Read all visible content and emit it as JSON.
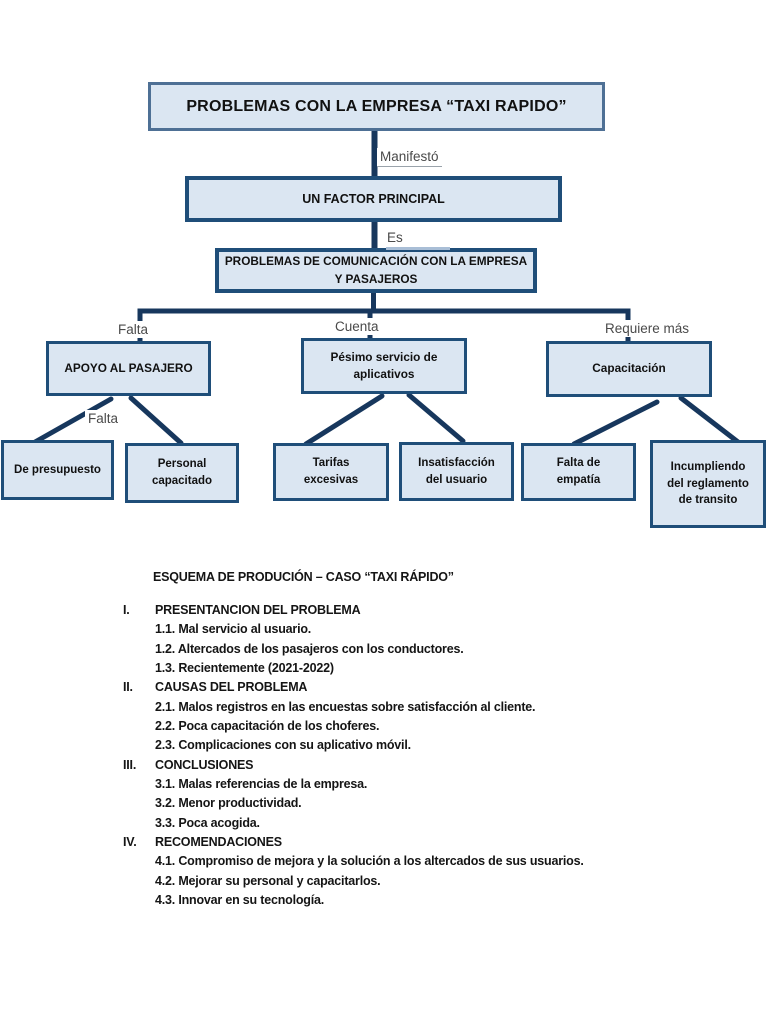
{
  "diagram": {
    "colors": {
      "node_fill": "#dbe6f2",
      "node_border": "#1f4e79",
      "title_border": "#4e7095",
      "connector_line": "#17375d",
      "edge_label_text": "#4a4a4a"
    },
    "nodes": {
      "title": {
        "label": "PROBLEMAS CON LA EMPRESA “TAXI RAPIDO”"
      },
      "factor": {
        "label": "UN FACTOR PRINCIPAL"
      },
      "comunicacion": {
        "label": "PROBLEMAS DE COMUNICACIÓN CON LA EMPRESA\nY PASAJEROS"
      },
      "apoyo": {
        "label": "APOYO AL PASAJERO"
      },
      "pesimo": {
        "label": "Pésimo servicio de\naplicativos"
      },
      "capacitacion": {
        "label": "Capacitación"
      },
      "presupuesto": {
        "label": "De presupuesto"
      },
      "personal": {
        "label": "Personal\ncapacitado"
      },
      "tarifas": {
        "label": "Tarifas\nexcesivas"
      },
      "insatisfaccion": {
        "label": "Insatisfacción\ndel usuario"
      },
      "empatia": {
        "label": "Falta de\nempatía"
      },
      "incumpliendo": {
        "label": "Incumpliendo\ndel reglamento\nde transito"
      }
    },
    "edge_labels": {
      "manifesto": "Manifestó",
      "es": "Es",
      "falta_top": "Falta",
      "cuenta": "Cuenta",
      "requiere_mas": "Requiere más",
      "falta_bottom": "Falta"
    }
  },
  "outline": {
    "heading": "ESQUEMA DE PRODUCIÓN – CASO “TAXI RÁPIDO”",
    "items": [
      {
        "marker": "I.",
        "text": "PRESENTANCION DEL PROBLEMA"
      },
      {
        "marker": "",
        "text": "1.1. Mal servicio al usuario."
      },
      {
        "marker": "",
        "text": "1.2. Altercados de los pasajeros con los conductores."
      },
      {
        "marker": "",
        "text": "1.3. Recientemente (2021-2022)"
      },
      {
        "marker": "II.",
        "text": "CAUSAS DEL PROBLEMA"
      },
      {
        "marker": "",
        "text": "2.1. Malos registros en las encuestas sobre satisfacción al cliente."
      },
      {
        "marker": "",
        "text": "2.2. Poca capacitación de los choferes."
      },
      {
        "marker": "",
        "text": "2.3. Complicaciones con su aplicativo móvil."
      },
      {
        "marker": "III.",
        "text": "CONCLUSIONES"
      },
      {
        "marker": "",
        "text": "3.1. Malas referencias de la empresa."
      },
      {
        "marker": "",
        "text": "3.2. Menor productividad."
      },
      {
        "marker": "",
        "text": "3.3. Poca acogida."
      },
      {
        "marker": "IV.",
        "text": "RECOMENDACIONES"
      },
      {
        "marker": "",
        "text": "4.1. Compromiso de mejora y la solución a los altercados de sus usuarios."
      },
      {
        "marker": "",
        "text": "4.2. Mejorar su personal y capacitarlos."
      },
      {
        "marker": "",
        "text": "4.3. Innovar en su tecnología."
      }
    ]
  }
}
